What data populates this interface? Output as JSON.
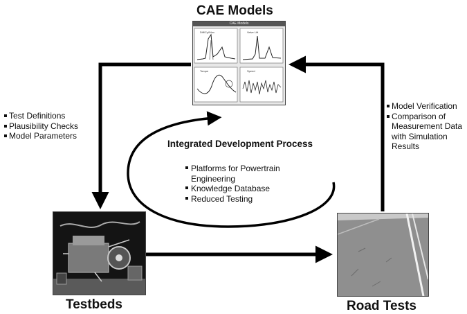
{
  "nodes": {
    "cae": {
      "title": "CAE Models",
      "screenshot_title": "CAE Models",
      "chart_titles": [
        "Diff/Cyl/Nox",
        "Valve Lift",
        "Torque",
        "Speed"
      ]
    },
    "testbeds": {
      "title": "Testbeds"
    },
    "road": {
      "title": "Road Tests"
    }
  },
  "left_notes": [
    "Test Definitions",
    "Plausibility Checks",
    "Model Parameters"
  ],
  "right_notes": [
    "Model Verification",
    "Comparison of Measurement Data with Simulation Results"
  ],
  "center": {
    "title": "Integrated Development Process",
    "items": [
      "Platforms for Powertrain Engineering",
      "Knowledge Database",
      "Reduced Testing"
    ]
  },
  "colors": {
    "arrow": "#000000",
    "text": "#111111"
  }
}
